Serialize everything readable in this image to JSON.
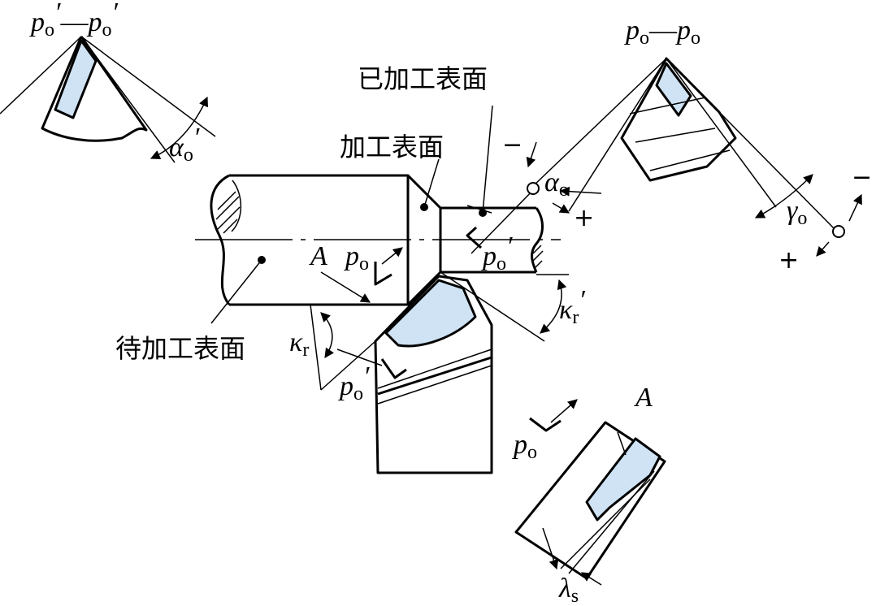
{
  "labels": {
    "finished_surface": "已加工表面",
    "machining_surface": "加工表面",
    "unmachined_surface": "待加工表面",
    "point_a": "A",
    "view_a": "A",
    "section_po_po_left": "p",
    "section_po_po_sub": "o",
    "section_po_po_dash": "—",
    "section_po_po_right": "p",
    "section_pop_left": "p",
    "section_pop_sub": "o",
    "section_pop_prime": "′",
    "section_pop_dash": "—",
    "section_pop_right": "p",
    "alpha_o_sym": "α",
    "alpha_o_sub": "o",
    "alpha_op_sym": "α",
    "alpha_op_sub": "o",
    "alpha_op_prime": "′",
    "gamma_o_sym": "γ",
    "gamma_o_sub": "o",
    "kappa_r_sym": "κ",
    "kappa_r_sub": "r",
    "kappa_rp_sym": "κ",
    "kappa_rp_sub": "r",
    "kappa_rp_prime": "′",
    "lambda_s_sym": "λ",
    "lambda_s_sub": "s",
    "po_main_sym": "p",
    "po_main_sub": "o",
    "pop_main_sym": "p",
    "pop_main_sub": "o",
    "pop_main_prime": "′",
    "pop_bottom_sym": "p",
    "pop_bottom_sub": "o",
    "pop_bottom_prime": "′",
    "po_view_sym": "p",
    "po_view_sub": "o",
    "minus": "−",
    "plus": "+"
  },
  "colors": {
    "tool_face": "#cfe3f4",
    "line": "#000000"
  }
}
